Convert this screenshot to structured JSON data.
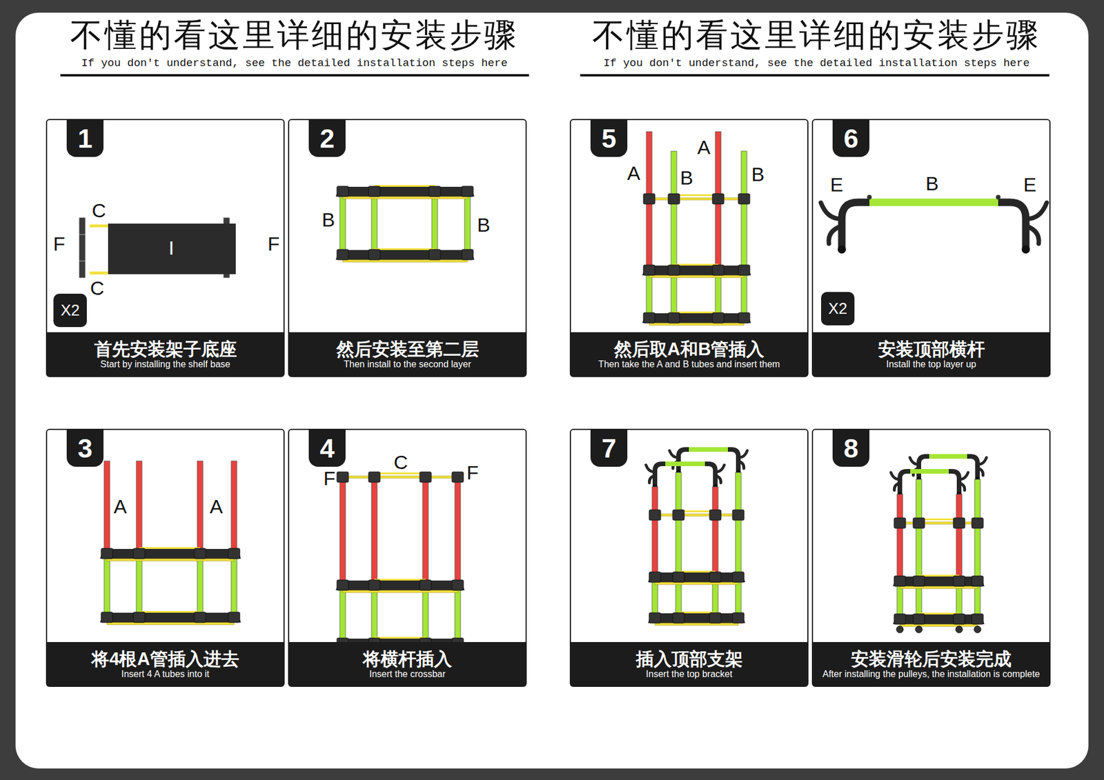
{
  "diagram": {
    "nodes": [
      {
        "text": [
          "1"
        ]
      },
      {
        "text": [
          "X2"
        ]
      },
      {
        "text": [
          "首先安装架子底座",
          "Start by installing the shelf base"
        ]
      },
      {
        "text": [
          "2"
        ]
      },
      {
        "text": [
          "然后安装至第二层",
          "Then install to the second layer"
        ]
      },
      {
        "text": [
          "5"
        ]
      },
      {
        "text": [
          "然后取A和B管插入",
          "Then take the A and B tubes and insert them"
        ]
      },
      {
        "text": [
          "6"
        ]
      },
      {
        "text": [
          "X2"
        ]
      },
      {
        "text": [
          "安装顶部横杆",
          "Install the top layer up"
        ]
      },
      {
        "text": [
          "3"
        ]
      },
      {
        "text": [
          "将4根A管插入进去",
          "Insert 4 A tubes into it"
        ]
      },
      {
        "text": [
          "4"
        ]
      },
      {
        "text": [
          "将横杆插入",
          "Insert the crossbar"
        ]
      },
      {
        "text": [
          "7"
        ]
      },
      {
        "text": [
          "插入顶部支架",
          "Insert the top bracket"
        ]
      },
      {
        "text": [
          "8"
        ]
      },
      {
        "text": [
          "安装滑轮后安装完成",
          "After installing the pulleys, the installation is complete"
        ]
      }
    ],
    "labels": [
      "不懂的看这里详细的安装步骤",
      "If you don't understand, see the detailed installation steps here",
      "不懂的看这里详细的安装步骤",
      "If you don't understand, see the detailed installation steps here",
      "C",
      "F",
      "I",
      "F",
      "C",
      "B",
      "B",
      "A",
      "B",
      "A",
      "B",
      "E",
      "B",
      "E",
      "A",
      "A",
      "F",
      "C",
      "F"
    ]
  }
}
